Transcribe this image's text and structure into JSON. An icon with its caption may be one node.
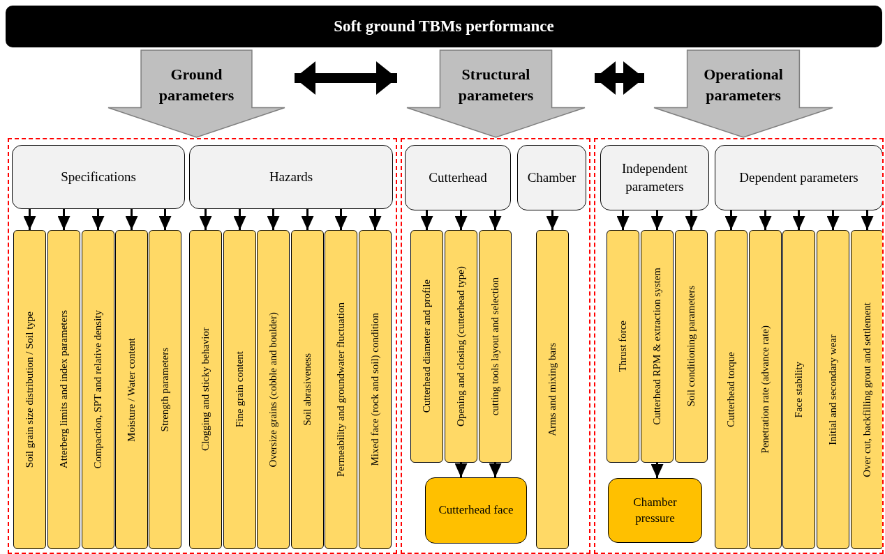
{
  "diagram": {
    "title": "Soft ground TBMs performance",
    "nodes": [
      {
        "text": [
          "Ground parameters"
        ]
      },
      {
        "text": [
          "Structural parameters"
        ]
      },
      {
        "text": [
          "Operational parameters"
        ]
      },
      {
        "text": [],
        "shape": "box"
      },
      {
        "text": [
          "Specifications"
        ],
        "in": 3
      },
      {
        "text": [
          "Hazards"
        ],
        "in": 3
      },
      {
        "text": [
          "Soil grain size distribution / Soil type"
        ],
        "in": 3
      },
      {
        "text": [
          "Atterberg limits and index parameters"
        ],
        "in": 3
      },
      {
        "text": [
          "Compaction, SPT and relative density"
        ],
        "in": 3
      },
      {
        "text": [
          "Moisture / Water content"
        ],
        "in": 3
      },
      {
        "text": [
          "Strength parameters"
        ],
        "in": 3
      },
      {
        "text": [
          "Clogging and sticky behavior"
        ],
        "in": 3
      },
      {
        "text": [
          "Fine grain content"
        ],
        "in": 3
      },
      {
        "text": [
          "Oversize grains (cobble and boulder)"
        ],
        "in": 3
      },
      {
        "text": [
          "Soil abrasiveness"
        ],
        "in": 3
      },
      {
        "text": [
          "Permeability and groundwater fluctuation"
        ],
        "in": 3
      },
      {
        "text": [
          "Mixed face (rock and soil) condition"
        ],
        "in": 3
      },
      {
        "text": [],
        "shape": "box"
      },
      {
        "text": [
          "Cutterhead"
        ],
        "in": 17
      },
      {
        "text": [
          "Chamber"
        ],
        "in": 17
      },
      {
        "text": [
          "Cutterhead diameter and profile"
        ],
        "in": 17
      },
      {
        "text": [
          "Opening and closing (cutterhead type)"
        ],
        "in": 17
      },
      {
        "text": [
          "cutting tools layout and selection"
        ],
        "in": 17
      },
      {
        "text": [
          "Arms and mixing bars"
        ],
        "in": 17
      },
      {
        "text": [
          "Cutterhead face"
        ],
        "in": 17
      },
      {
        "text": [],
        "shape": "box"
      },
      {
        "text": [
          "Independent parameters"
        ],
        "in": 25
      },
      {
        "text": [
          "Dependent parameters"
        ],
        "in": 25
      },
      {
        "text": [
          "Thrust force"
        ],
        "in": 25
      },
      {
        "text": [
          "Cutterhead RPM & extraction system"
        ],
        "in": 25
      },
      {
        "text": [
          "Soil conditioning parameters"
        ],
        "in": 25
      },
      {
        "text": [
          "Chamber pressure"
        ],
        "in": 25
      },
      {
        "text": [
          "Cutterhead torque"
        ],
        "in": 25
      },
      {
        "text": [
          "Penetration rate (advance rate)"
        ],
        "in": 25
      },
      {
        "text": [
          "Face stability"
        ],
        "in": 25
      },
      {
        "text": [
          "Initial and secondary wear"
        ],
        "in": 25
      },
      {
        "text": [
          "Over cut, backfilling grout and settlement"
        ],
        "in": 25
      }
    ],
    "edges": [
      {
        "from": 0,
        "to": 1,
        "arrow": "both",
        "style": "thick"
      },
      {
        "from": 1,
        "to": 2,
        "arrow": "both",
        "style": "thick"
      },
      {
        "from": 4,
        "to": 6,
        "arrow": "to"
      },
      {
        "from": 4,
        "to": 7,
        "arrow": "to"
      },
      {
        "from": 4,
        "to": 8,
        "arrow": "to"
      },
      {
        "from": 4,
        "to": 9,
        "arrow": "to"
      },
      {
        "from": 4,
        "to": 10,
        "arrow": "to"
      },
      {
        "from": 5,
        "to": 11,
        "arrow": "to"
      },
      {
        "from": 5,
        "to": 12,
        "arrow": "to"
      },
      {
        "from": 5,
        "to": 13,
        "arrow": "to"
      },
      {
        "from": 5,
        "to": 14,
        "arrow": "to"
      },
      {
        "from": 5,
        "to": 15,
        "arrow": "to"
      },
      {
        "from": 5,
        "to": 16,
        "arrow": "to"
      },
      {
        "from": 18,
        "to": 20,
        "arrow": "to"
      },
      {
        "from": 18,
        "to": 21,
        "arrow": "to"
      },
      {
        "from": 18,
        "to": 22,
        "arrow": "to"
      },
      {
        "from": 19,
        "to": 23,
        "arrow": "to"
      },
      {
        "from": 21,
        "to": 24,
        "arrow": "to"
      },
      {
        "from": 22,
        "to": 24,
        "arrow": "to"
      },
      {
        "from": 26,
        "to": 28,
        "arrow": "to"
      },
      {
        "from": 26,
        "to": 29,
        "arrow": "to"
      },
      {
        "from": 26,
        "to": 30,
        "arrow": "to"
      },
      {
        "from": 29,
        "to": 31,
        "arrow": "to"
      },
      {
        "from": 27,
        "to": 32,
        "arrow": "to"
      },
      {
        "from": 27,
        "to": 33,
        "arrow": "to"
      },
      {
        "from": 27,
        "to": 34,
        "arrow": "to"
      },
      {
        "from": 27,
        "to": 35,
        "arrow": "to"
      },
      {
        "from": 27,
        "to": 36,
        "arrow": "to"
      }
    ]
  }
}
